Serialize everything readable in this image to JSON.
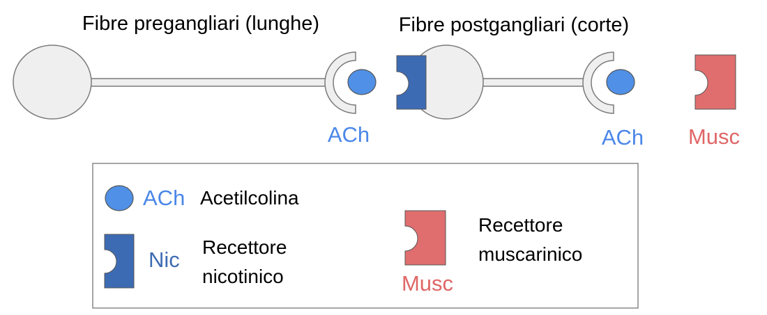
{
  "colors": {
    "neuron_fill": "#efefef",
    "neuron_stroke": "#7a7a7a",
    "ach": "#5090e6",
    "ach_text": "#4a86e8",
    "nicotinic": "#3d6bb3",
    "nicotinic_text": "#3d6bb3",
    "muscarinic": "#e06e6e",
    "muscarinic_text": "#e06666"
  },
  "diagram": {
    "preganglionic_label": "Fibre pregangliari (lunghe)",
    "postganglionic_label": "Fibre postgangliari (corte)",
    "ach_label_1": "ACh",
    "ach_label_2": "ACh",
    "musc_label": "Musc"
  },
  "legend": {
    "items": [
      {
        "abbr": "ACh",
        "description": "Acetilcolina"
      },
      {
        "abbr": "Nic",
        "description_line1": "Recettore",
        "description_line2": "nicotinico"
      },
      {
        "abbr": "Musc",
        "description_line1": "Recettore",
        "description_line2": "muscarinico"
      }
    ]
  }
}
